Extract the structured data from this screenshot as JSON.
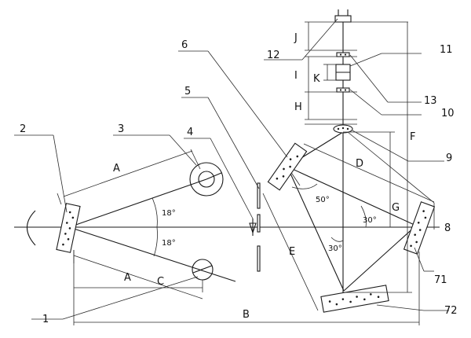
{
  "parts": {
    "p1": "1",
    "p2": "2",
    "p3": "3",
    "p4": "4",
    "p5": "5",
    "p6": "6",
    "p8": "8",
    "p9": "9",
    "p10": "10",
    "p11": "11",
    "p12": "12",
    "p13": "13",
    "p71": "71",
    "p72": "72"
  },
  "dims": {
    "A_top": "A",
    "A_bottom": "A",
    "B": "B",
    "C": "C",
    "D": "D",
    "E": "E",
    "F": "F",
    "G": "G",
    "H": "H",
    "I": "I",
    "J": "J",
    "K": "K"
  },
  "angles": {
    "upper_18": "18°",
    "lower_18": "18°",
    "a50": "50°",
    "a30_right": "30°",
    "a30_lower": "30°"
  }
}
